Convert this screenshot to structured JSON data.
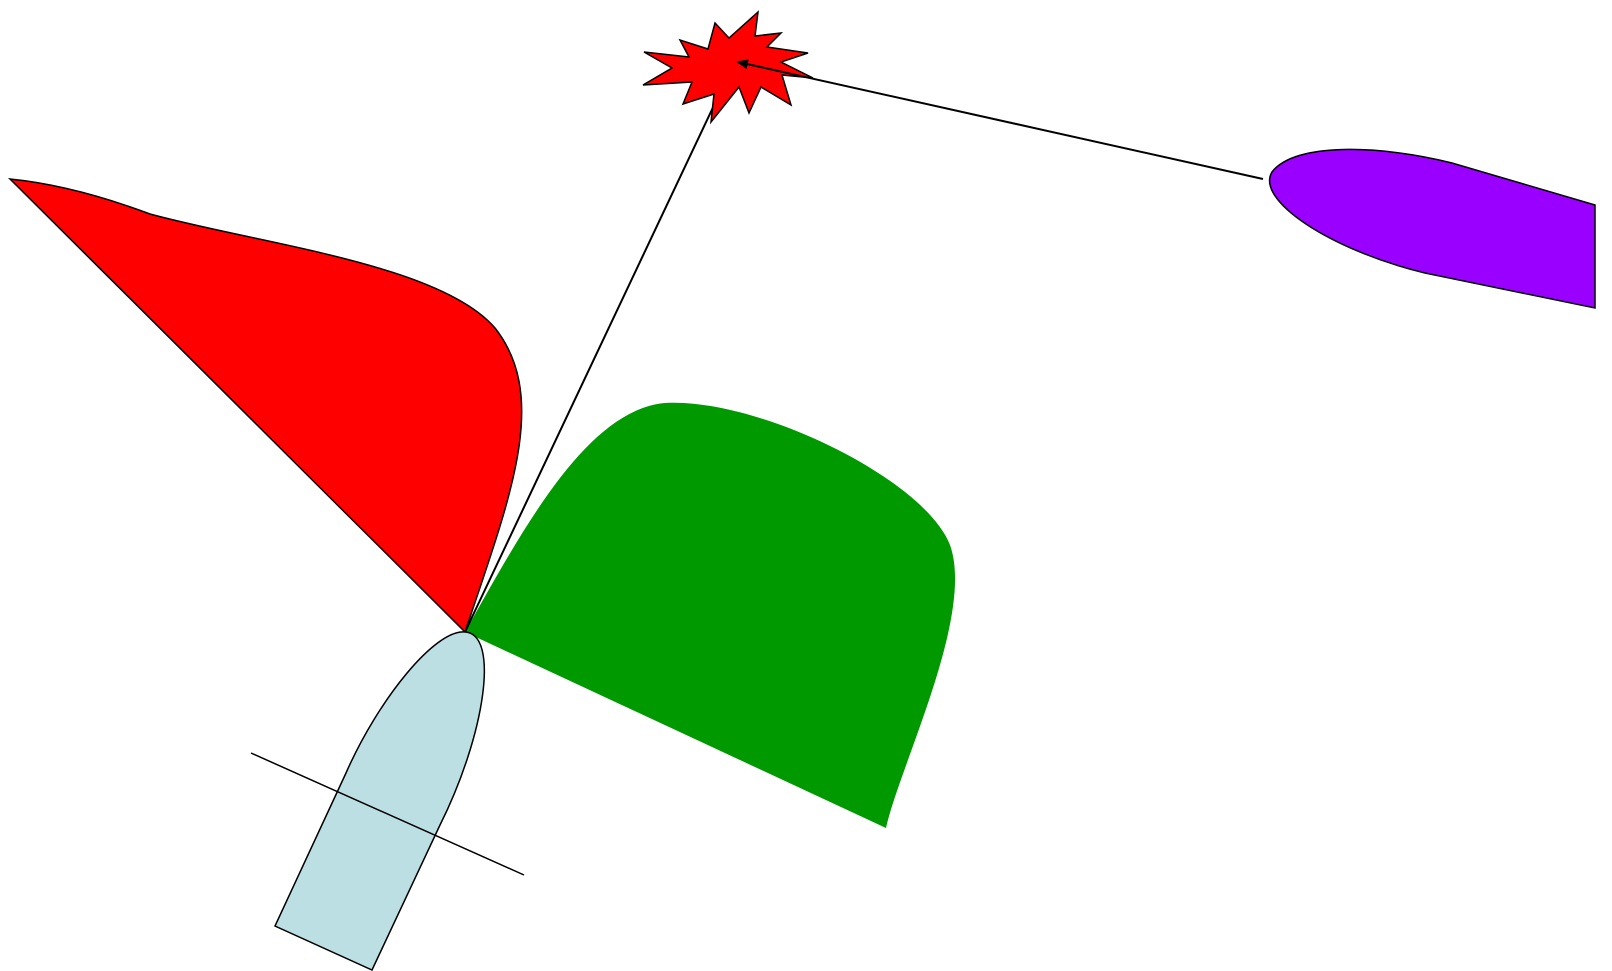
{
  "colors": {
    "background": "#ffffff",
    "port_sector": "#ff0000",
    "starboard_sector": "#009900",
    "own_vessel": "#bbdfe3",
    "other_vessel": "#9900ff",
    "collision_point": "#ff0000",
    "line": "#000000"
  },
  "elements": {
    "port_sector": "red-port-light-sector",
    "starboard_sector": "green-starboard-light-sector",
    "own_vessel": "own-vessel-hull",
    "beam_line": "beam-line",
    "other_vessel": "other-vessel-hull",
    "collision_point": "collision-starburst-icon",
    "own_bearing_line": "bearing-line-own-vessel",
    "other_bearing_line": "bearing-line-other-vessel"
  }
}
